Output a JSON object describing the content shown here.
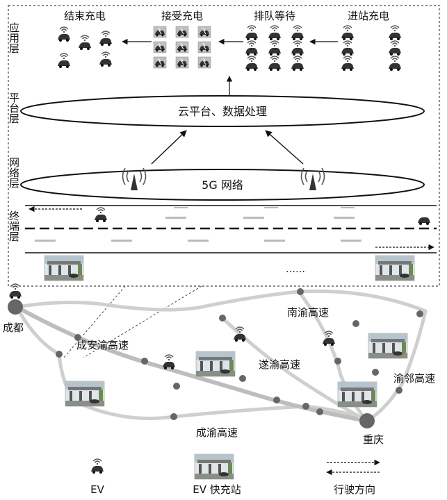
{
  "layers": {
    "app": "应用层",
    "platform": "平台层",
    "network": "网络层",
    "terminal": "终端层"
  },
  "stages": {
    "end_charge": "结束充电",
    "accept_charge": "接受充电",
    "queue_wait": "排队等待",
    "enter_station": "进站充电"
  },
  "platform_label": "云平台、数据处理",
  "network_label": "5G 网络",
  "ellipsis": "……",
  "map": {
    "chengdu": "成都",
    "chongqing": "重庆",
    "chengan_yu": "成安渝高速",
    "nan_yu": "南渝高速",
    "sui_yu": "遂渝高速",
    "yu_lin": "渝邻高速",
    "cheng_yu": "成渝高速"
  },
  "legend": {
    "ev": "EV",
    "station": "EV 快充站",
    "direction": "行驶方向"
  }
}
